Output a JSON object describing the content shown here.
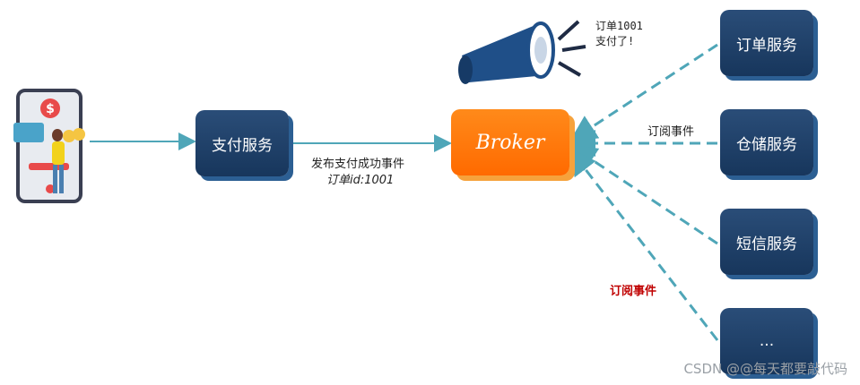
{
  "payment_service": "支付服务",
  "broker": "Broker",
  "publish_event_line1": "发布支付成功事件",
  "publish_event_line2": "订单id:1001",
  "announce_line1": "订单1001",
  "announce_line2": "支付了!",
  "subscribe_label_top": "订阅事件",
  "subscribe_label_bottom": "订阅事件",
  "subscribers": [
    "订单服务",
    "仓储服务",
    "短信服务",
    "..."
  ],
  "phone_icon_symbol": "$",
  "watermark": "CSDN @@每天都要敲代码",
  "colors": {
    "service_box": "#1f4068",
    "broker_box": "#ff7000",
    "arrow_line": "#4fa6b8",
    "red_label": "#c00000"
  }
}
